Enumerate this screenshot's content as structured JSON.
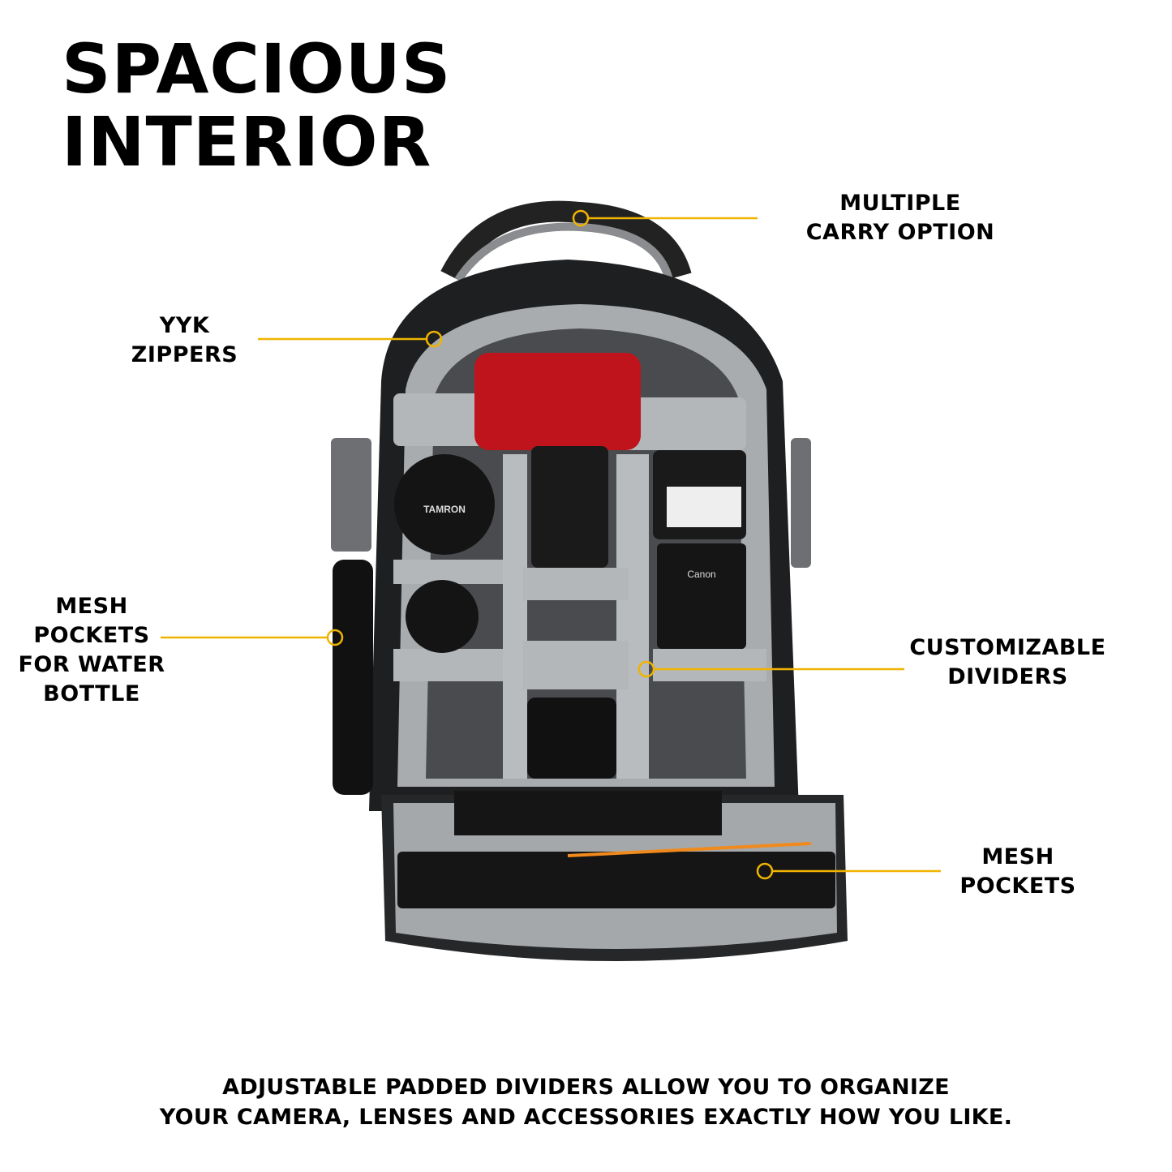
{
  "title": {
    "line1": "SPACIOUS",
    "line2": "INTERIOR"
  },
  "callouts": {
    "carry": {
      "line1": "MULTIPLE",
      "line2": "CARRY OPTION"
    },
    "zippers": {
      "line1": "YYK",
      "line2": "ZIPPERS"
    },
    "mesh_side": {
      "line1": "MESH",
      "line2": "POCKETS",
      "line3": "FOR WATER",
      "line4": "BOTTLE"
    },
    "dividers": {
      "line1": "CUSTOMIZABLE",
      "line2": "DIVIDERS"
    },
    "mesh_front": {
      "line1": "MESH",
      "line2": "POCKETS"
    }
  },
  "footer": {
    "line1": "ADJUSTABLE PADDED DIVIDERS ALLOW YOU TO ORGANIZE",
    "line2": "YOUR CAMERA, LENSES AND ACCESSORIES EXACTLY HOW YOU LIKE."
  },
  "product_text": {
    "lens_cap": "TAMRON",
    "flash": "Canon"
  },
  "colors": {
    "accent": "#f0b400",
    "bag": "#1e1f21",
    "lining": "#a9acaf",
    "camera": "#c0141c"
  }
}
